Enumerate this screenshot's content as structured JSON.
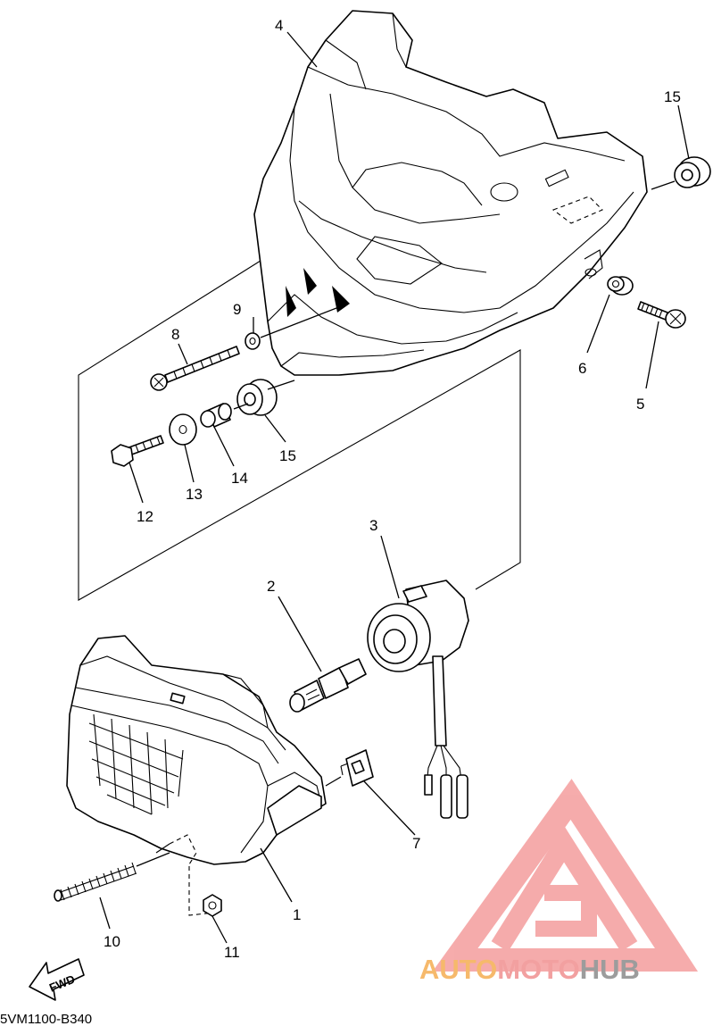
{
  "callouts": {
    "p1": "1",
    "p2": "2",
    "p3": "3",
    "p4": "4",
    "p5": "5",
    "p6": "6",
    "p7": "7",
    "p8": "8",
    "p9": "9",
    "p10": "10",
    "p11": "11",
    "p12": "12",
    "p13": "13",
    "p14": "14",
    "p15a": "15",
    "p15b": "15"
  },
  "fwd_arrow": "FWD",
  "diagram_code": "5VM1100-B340",
  "watermark": {
    "part1": "AUTO",
    "part2": "MOTO",
    "part3": "HUB",
    "colors": {
      "auto": "#f6b96b",
      "moto": "#f2a0a0",
      "hub": "#9c9c9c",
      "logo": "#f5a3a3"
    }
  }
}
